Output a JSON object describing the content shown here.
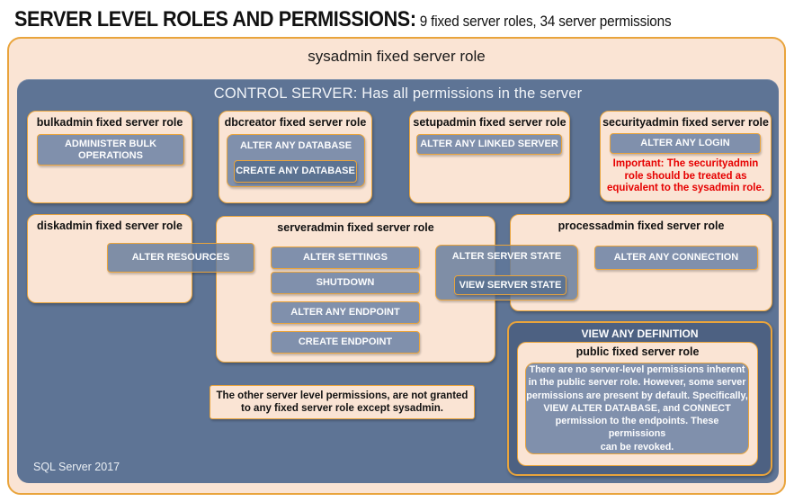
{
  "page": {
    "title_bold": "SERVER LEVEL ROLES AND PERMISSIONS:",
    "title_rest": " 9 fixed server roles, 34 server permissions",
    "footer": "SQL Server 2017"
  },
  "colors": {
    "peach": "#FAE4D4",
    "gold_border": "#E9A43C",
    "slate_background": "#5E7495",
    "dark_slate": "#4D6182",
    "permission_fill": "#8090AC",
    "permission_dark_fill": "#5C7392",
    "warning_red": "#E60000"
  },
  "sysadmin": {
    "title": "sysadmin fixed server role"
  },
  "control": {
    "title": "CONTROL SERVER: Has all permissions in the server"
  },
  "roles": {
    "bulkadmin": {
      "title": "bulkadmin fixed server role",
      "permission": "ADMINISTER  BULK\nOPERATIONS"
    },
    "dbcreator": {
      "title": "dbcreator fixed server role",
      "outer_permission": "ALTER ANY DATABASE",
      "nested_permission": "CREATE ANY DATABASE"
    },
    "setupadmin": {
      "title": "setupadmin fixed server role",
      "permission": "ALTER ANY LINKED SERVER"
    },
    "securityadmin": {
      "title": "securityadmin fixed server role",
      "permission": "ALTER ANY LOGIN",
      "warning": "Important: The securityadmin\nrole should be treated as\nequivalent to the sysadmin role."
    },
    "diskadmin": {
      "title": "diskadmin fixed server role",
      "permission": "ALTER RESOURCES"
    },
    "serveradmin": {
      "title": "serveradmin fixed server role",
      "permissions": [
        "ALTER SETTINGS",
        "SHUTDOWN",
        "ALTER ANY ENDPOINT",
        "CREATE ENDPOINT"
      ],
      "state_permission": "ALTER SERVER STATE",
      "nested_state_permission": "VIEW SERVER STATE"
    },
    "processadmin": {
      "title": "processadmin fixed server role",
      "permission": "ALTER ANY CONNECTION"
    },
    "public": {
      "header_permission": "VIEW ANY DEFINITION",
      "title": "public fixed server role",
      "description": "There are no server-level permissions inherent\nin the public server role. However, some server\npermissions are present by default. Specifically,\nVIEW ALTER DATABASE, and CONNECT\npermission to the endpoints. These permissions\ncan be revoked."
    }
  },
  "note": "The other server level permissions, are not granted\nto any fixed server role except sysadmin."
}
